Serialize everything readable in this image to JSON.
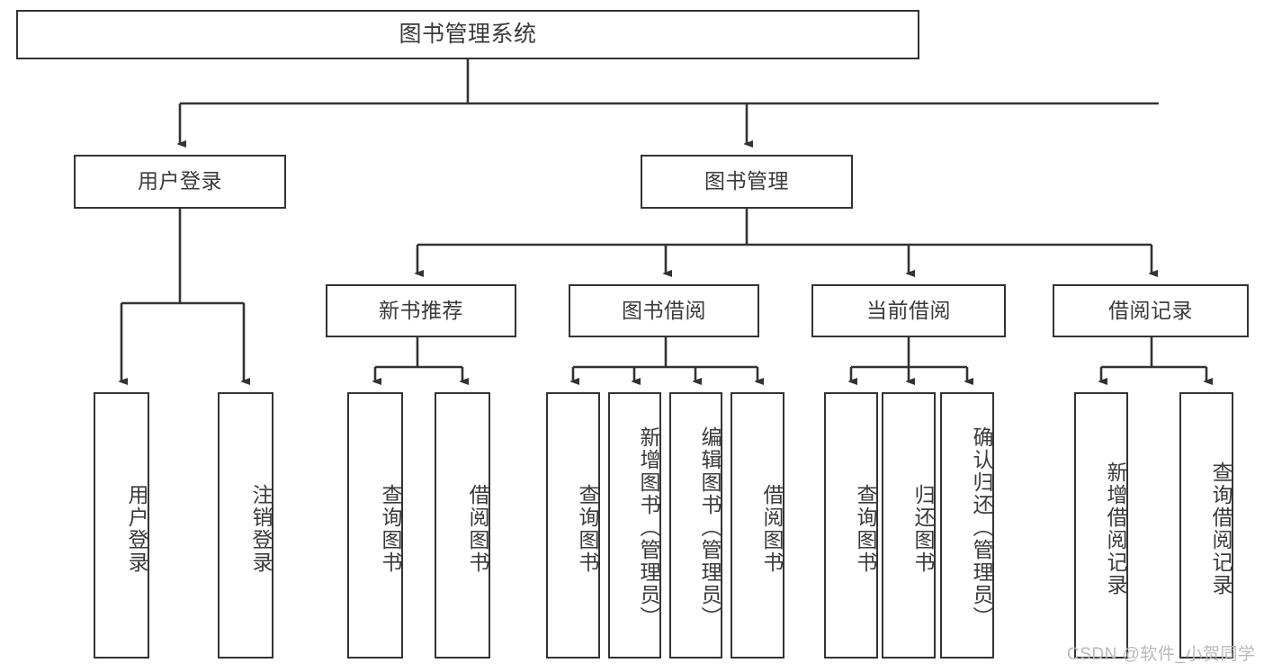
{
  "diagram": {
    "title": "图书管理系统",
    "root": {
      "label": "图书管理系统"
    },
    "level1": [
      {
        "label": "用户登录"
      },
      {
        "label": "图书管理"
      }
    ],
    "level2": [
      {
        "label": "新书推荐"
      },
      {
        "label": "图书借阅"
      },
      {
        "label": "当前借阅"
      },
      {
        "label": "借阅记录"
      }
    ],
    "leaves": {
      "user_login": [
        {
          "label": "用户登录"
        },
        {
          "label": "注销登录"
        }
      ],
      "new_book_recommend": [
        {
          "label": "查询图书"
        },
        {
          "label": "借阅图书"
        }
      ],
      "book_borrow": [
        {
          "label": "查询图书"
        },
        {
          "label": "新增图书（管理员）"
        },
        {
          "label": "编辑图书（管理员）"
        },
        {
          "label": "借阅图书"
        }
      ],
      "current_borrow": [
        {
          "label": "查询图书"
        },
        {
          "label": "归还图书"
        },
        {
          "label": "确认归还（管理员）"
        }
      ],
      "borrow_record": [
        {
          "label": "新增借阅记录"
        },
        {
          "label": "查询借阅记录"
        }
      ]
    }
  },
  "watermark": {
    "text": "CSDN @软件_小贺同学"
  },
  "colors": {
    "border": "#333333",
    "text": "#3a3a3a",
    "background": "#ffffff",
    "watermark": "#b9b9b9"
  }
}
